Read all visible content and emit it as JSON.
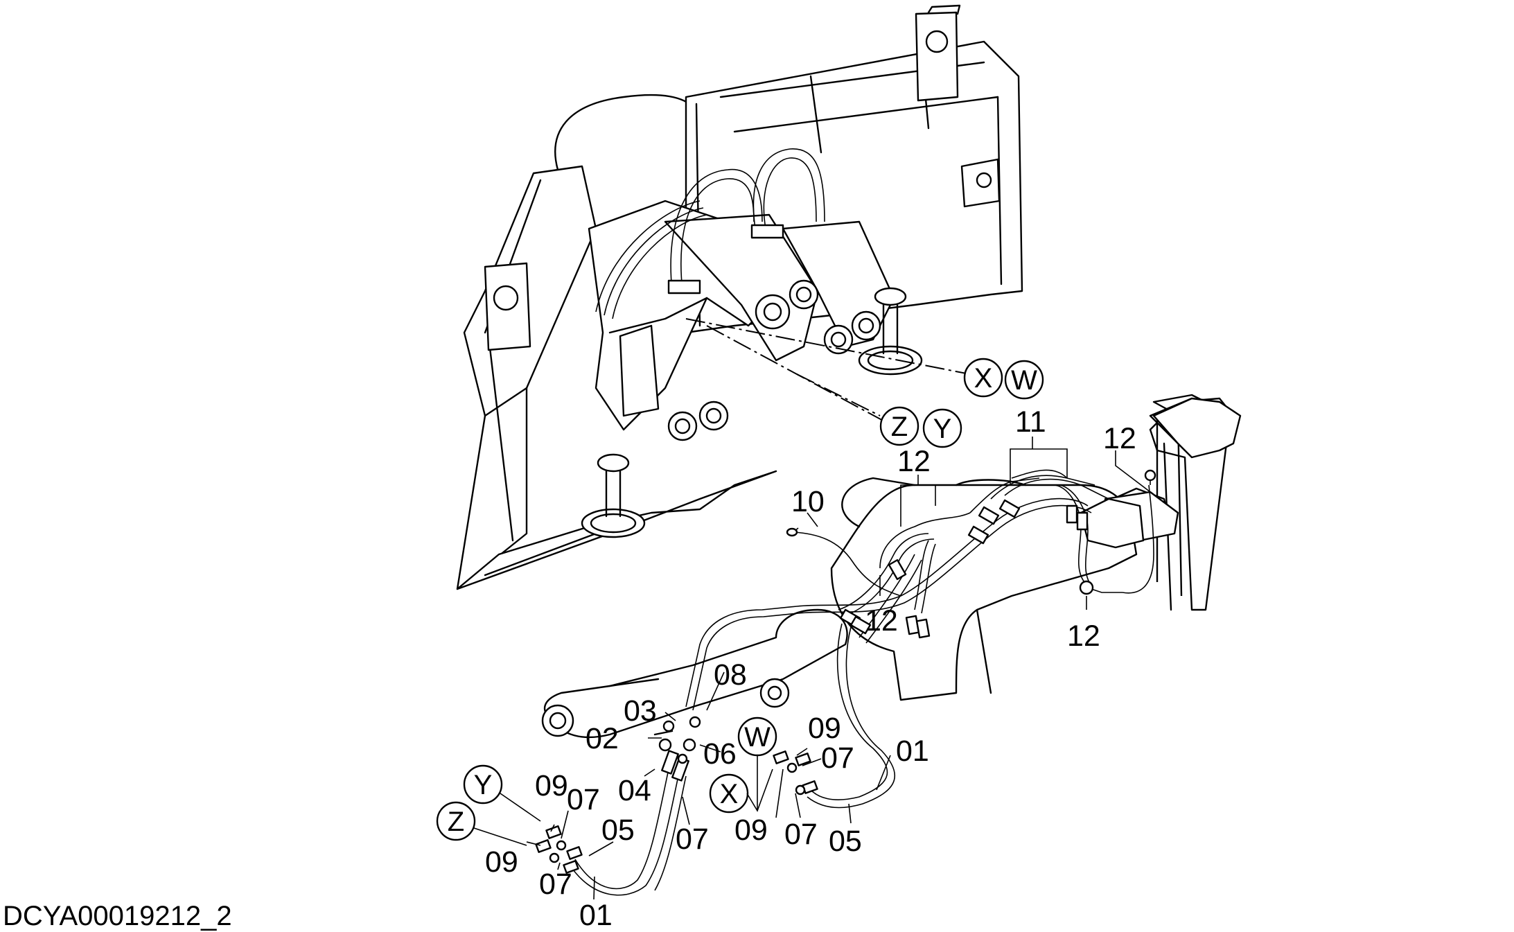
{
  "document_id": "DCYA00019212_2",
  "reference_circles": [
    "X",
    "W",
    "Z",
    "Y",
    "W",
    "X",
    "Y",
    "Z"
  ],
  "part_labels": [
    "11",
    "12",
    "12",
    "10",
    "12",
    "12",
    "08",
    "03",
    "02",
    "06",
    "09",
    "07",
    "01",
    "04",
    "09",
    "07",
    "05",
    "07",
    "09",
    "07",
    "05",
    "09",
    "07",
    "01"
  ]
}
